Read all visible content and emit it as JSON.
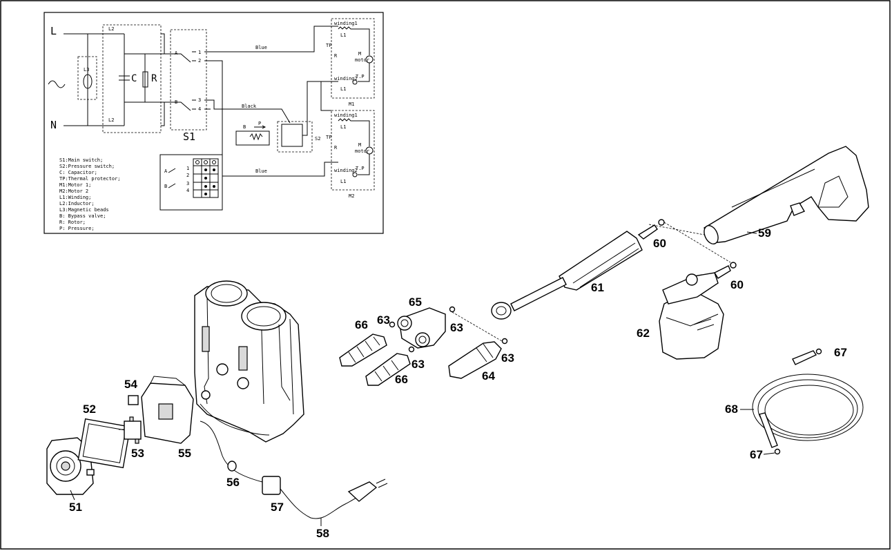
{
  "schematic": {
    "line_labels": {
      "L": "L",
      "N": "N",
      "L2_top": "L2",
      "L2_bottom": "L2",
      "L3": "L3",
      "C": "C",
      "R": "R",
      "S1": "S1",
      "S2": "S2",
      "A": "A",
      "B": "B"
    },
    "terminals": [
      "1",
      "2",
      "3",
      "4"
    ],
    "wires": {
      "blue_top": "Blue",
      "black": "Black",
      "blue_bottom": "Blue"
    },
    "motor1": {
      "winding1": "winding1",
      "L1_top": "L1",
      "TP": "TP",
      "R": "R",
      "M": "M",
      "motor": "motor",
      "winding2": "winding2",
      "TP2": "T.P",
      "L1_bottom": "L1",
      "name": "M1"
    },
    "motor2": {
      "winding1": "winding1",
      "L1_top": "L1",
      "TP": "TP",
      "R": "R",
      "M": "M",
      "motor": "motor",
      "winding2": "winding2",
      "TP2": "T.P",
      "L1_bottom": "L1",
      "name": "M2"
    },
    "valve": {
      "B": "B",
      "P": "P"
    },
    "legend": [
      "S1:Main switch;",
      "S2:Pressure switch;",
      "C: Capacitor;",
      "TP:Thermal protector;",
      "M1:Motor 1;",
      "M2:Motor 2",
      "L1:Winding;",
      "L2:Inductor;",
      "L3:Magnetic beads",
      "B: Bypass valve;",
      "R: Rotor;",
      "P: Pressure;"
    ],
    "switch_table": {
      "A": "A",
      "B": "B",
      "t1": "1",
      "t2": "2",
      "t3": "3",
      "t4": "4"
    }
  },
  "callouts": {
    "p51": "51",
    "p52": "52",
    "p53": "53",
    "p54": "54",
    "p55": "55",
    "p56": "56",
    "p57": "57",
    "p58": "58",
    "p59": "59",
    "p60a": "60",
    "p60b": "60",
    "p61": "61",
    "p62": "62",
    "p63a": "63",
    "p63b": "63",
    "p63c": "63",
    "p63d": "63",
    "p64": "64",
    "p65": "65",
    "p66a": "66",
    "p66b": "66",
    "p67a": "67",
    "p67b": "67",
    "p68": "68"
  }
}
